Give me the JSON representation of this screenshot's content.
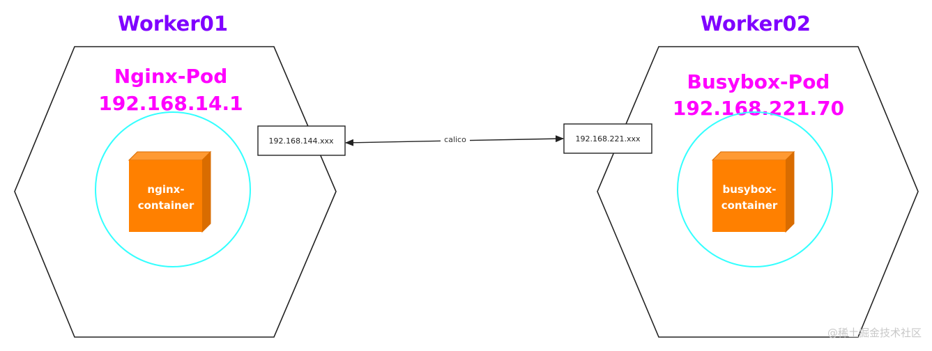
{
  "colors": {
    "worker_title": "#7f00ff",
    "pod_label": "#ff00ff",
    "pod_circle": "#33ffff",
    "container_front": "#ff8000",
    "container_side": "#d96c00",
    "container_text": "#ffffff",
    "outline": "#222222",
    "watermark": "#c8c8c8"
  },
  "nodes": [
    {
      "id": "worker01",
      "title": "Worker01",
      "pod": {
        "name": "Nginx-Pod",
        "ip": "192.168.14.1"
      },
      "container": {
        "line1": "nginx-",
        "line2": "container"
      },
      "interface_ip": "192.168.144.xxx"
    },
    {
      "id": "worker02",
      "title": "Worker02",
      "pod": {
        "name": "Busybox-Pod",
        "ip": "192.168.221.70"
      },
      "container": {
        "line1": "busybox-",
        "line2": "container"
      },
      "interface_ip": "192.168.221.xxx"
    }
  ],
  "link": {
    "label": "calico"
  },
  "watermark": "@稀土掘金技术社区"
}
